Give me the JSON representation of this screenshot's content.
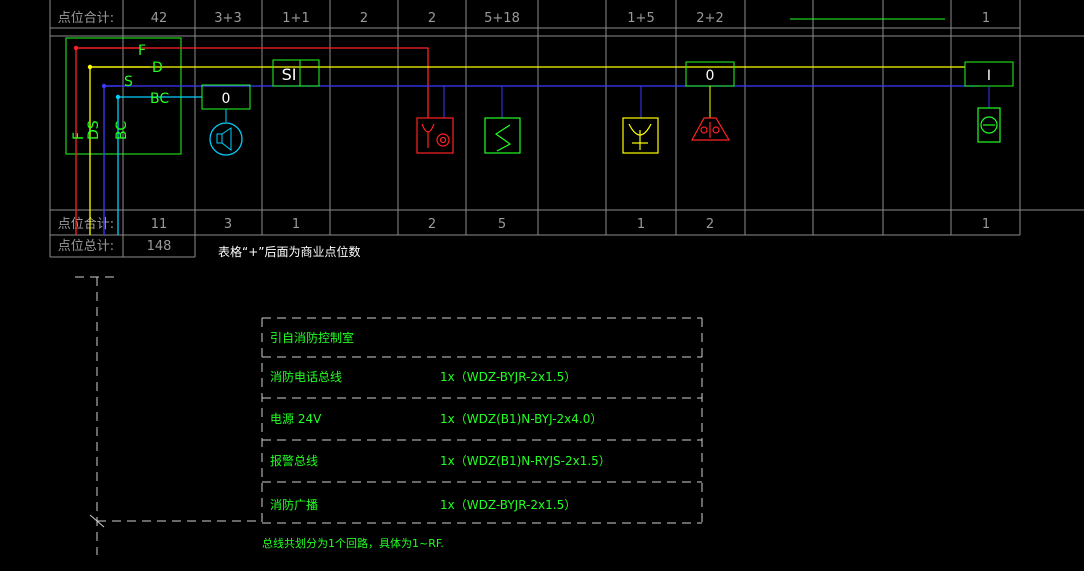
{
  "top_row": {
    "header": "点位合计:",
    "cells": [
      "42",
      "3+3",
      "1+1",
      "2",
      "2",
      "5+18",
      "1+5",
      "2+2",
      "1"
    ]
  },
  "bottom_row": {
    "header": "点位合计:",
    "cells": [
      "11",
      "3",
      "1",
      "2",
      "5",
      "1",
      "2",
      "1"
    ]
  },
  "total_row": {
    "header": "点位总计:",
    "value": "148"
  },
  "note": "表格“+”后面为商业点位数",
  "bus_labels": {
    "f": "F",
    "d": "D",
    "s": "S",
    "bc": "BC"
  },
  "vertical_labels": {
    "f": "F",
    "ds": "DS",
    "bc": "BC"
  },
  "device_labels": {
    "zero_1": "0",
    "si": "SI",
    "zero_2": "0",
    "i": "I"
  },
  "legend": {
    "rows": [
      {
        "name": "引自消防控制室",
        "cable": ""
      },
      {
        "name": "消防电话总线",
        "cable": "1x（WDZ-BYJR-2x1.5）"
      },
      {
        "name": "电源 24V",
        "cable": "1x（WDZ(B1)N-BYJ-2x4.0）"
      },
      {
        "name": "报警总线",
        "cable": "1x（WDZ(B1)N-RYJS-2x1.5）"
      },
      {
        "name": "消防广播",
        "cable": "1x（WDZ-BYJR-2x1.5）"
      }
    ],
    "footer": "总线共划分为1个回路，具体为1~RF."
  },
  "colors": {
    "grid": "#9a9a9a",
    "fire": "#ff2222",
    "yellow": "#ffff00",
    "blue": "#3a3aff",
    "cyan": "#00d0ff",
    "green": "#22ff22",
    "white": "#ffffff"
  }
}
